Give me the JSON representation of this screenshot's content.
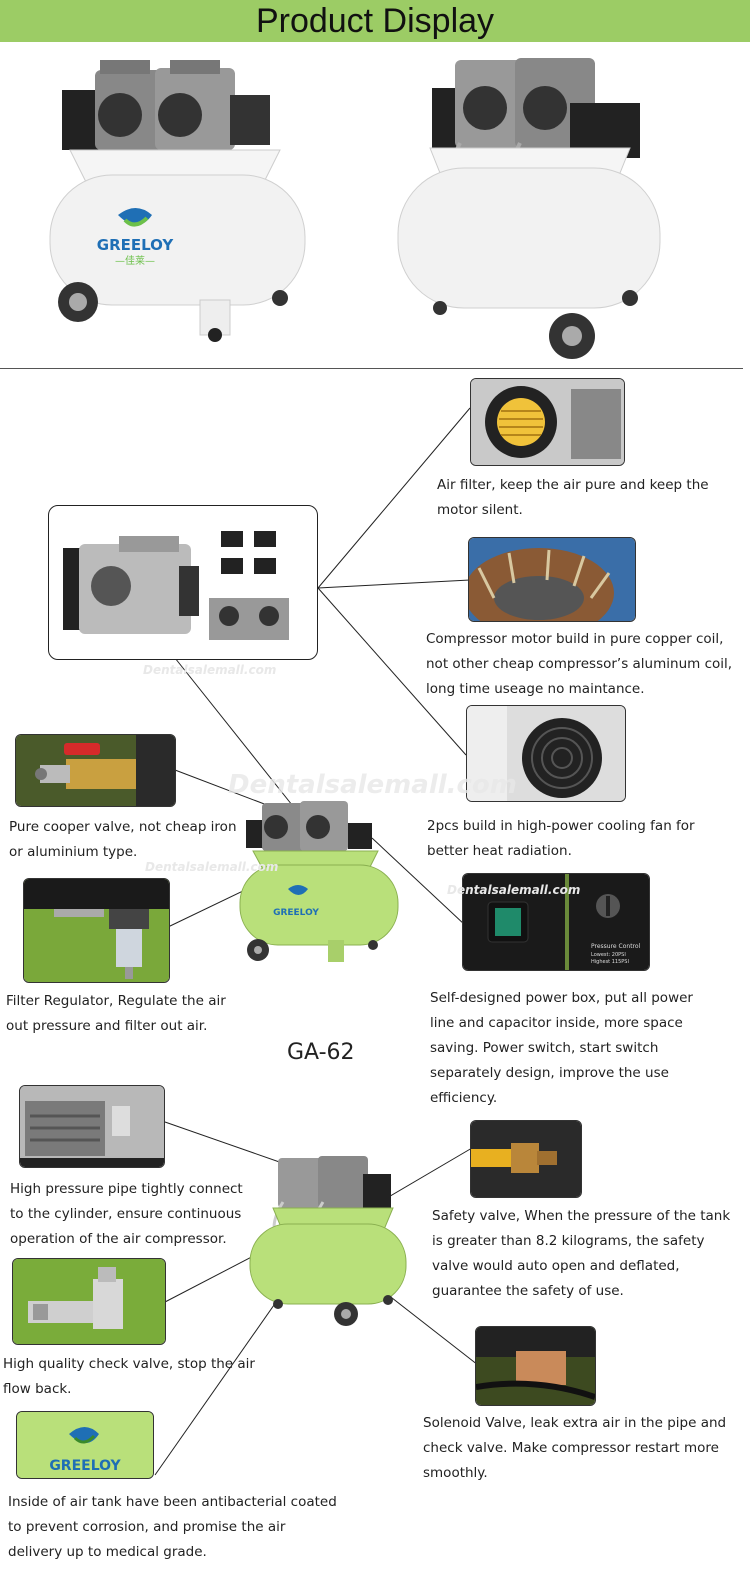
{
  "header": {
    "title": "Product Display"
  },
  "brand": {
    "name": "GREELOY",
    "sub": "—佳莱—"
  },
  "watermark": "Dentalsalemall.com",
  "model_label": "GA-62",
  "captions": {
    "air_filter": "Air filter, keep the air pure and keep the motor silent.",
    "motor": "Compressor motor build in pure copper coil, not other cheap compressor’s aluminum coil, long time useage no maintance.",
    "fan": "2pcs build in high-power cooling fan for better heat radiation.",
    "power_box": "Self-designed power box, put all power line and capacitor inside, more space saving. Power switch, start switch separately design, improve the use efficiency.",
    "safety_valve": "Safety valve, When the pressure of the tank is greater than 8.2 kilograms, the safety valve would auto open and deflated, guarantee the safety of use.",
    "solenoid": "Solenoid Valve, leak extra air in the pipe and check valve. Make compressor restart more smoothly.",
    "cooper_valve": "Pure cooper valve, not cheap iron or aluminium type.",
    "filter_regulator": "Filter Regulator, Regulate the air out pressure and filter out air.",
    "pressure_pipe": "High pressure pipe tightly connect to the cylinder, ensure continuous operation of the air compressor.",
    "check_valve": "High quality check valve, stop the air flow back.",
    "tank": "Inside of air tank have been antibacterial coated to prevent corrosion, and promise the air delivery up to medical grade."
  },
  "power_label": {
    "title": "Pressure Control",
    "low": "Lowest:  20PSI",
    "high": "Highest 115PSI"
  },
  "colors": {
    "header": "#9ccc65",
    "tank_green": "#b9e07a",
    "tank_white": "#f2f2f2",
    "brand_blue": "#1f6fb5"
  }
}
